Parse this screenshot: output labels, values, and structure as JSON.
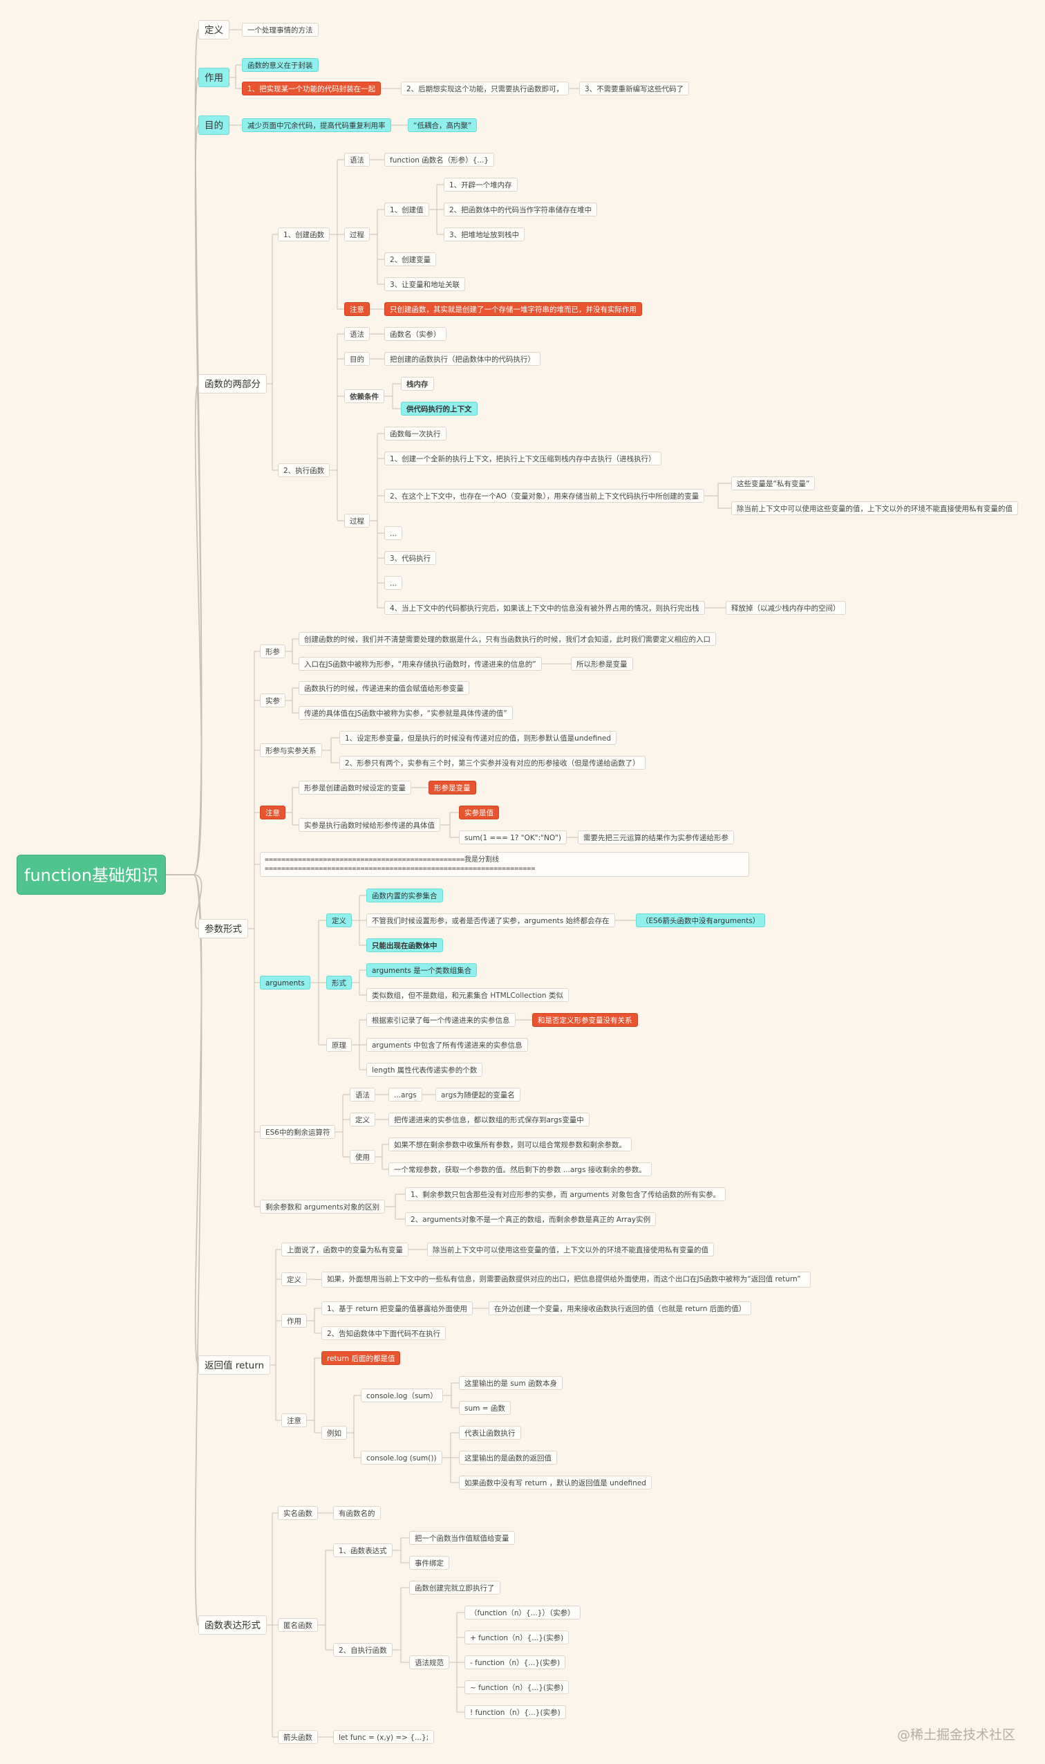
{
  "root": "function基础知识",
  "watermark": "@稀土掘金技术社区",
  "colors": {
    "background": "#fbf5ec",
    "root": "#4fc48f",
    "cyan": "#8ff0ee",
    "red": "#e7542f",
    "link": "#c8bfb3"
  },
  "nodes": [
    {
      "id": "def",
      "text": "定义"
    },
    {
      "id": "def_1",
      "text": "一个处理事情的方法"
    },
    {
      "id": "use",
      "text": "作用",
      "style": "cyan"
    },
    {
      "id": "use_1",
      "text": "函数的意义在于封装",
      "style": "cyan"
    },
    {
      "id": "use_2",
      "text": "1、把实现某一个功能的代码封装在一起",
      "style": "red"
    },
    {
      "id": "use_3",
      "text": "2、后期想实现这个功能，只需要执行函数即可，"
    },
    {
      "id": "use_4",
      "text": "3、不需要重新编写这些代码了"
    },
    {
      "id": "goal",
      "text": "目的",
      "style": "cyan"
    },
    {
      "id": "goal_1",
      "text": "减少页面中冗余代码，提高代码重复利用率",
      "style": "cyan"
    },
    {
      "id": "goal_2",
      "text": "“低耦合，高内聚”",
      "style": "cyan"
    },
    {
      "id": "two",
      "text": "函数的两部分"
    },
    {
      "id": "c1",
      "text": "1、创建函数"
    },
    {
      "id": "c1_syn",
      "text": "语法"
    },
    {
      "id": "c1_syn_v",
      "text": "function 函数名（形参）{...}"
    },
    {
      "id": "c1_proc",
      "text": "过程"
    },
    {
      "id": "c1_p1",
      "text": "1、创建值"
    },
    {
      "id": "c1_p1a",
      "text": "1、开辟一个堆内存"
    },
    {
      "id": "c1_p1b",
      "text": "2、把函数体中的代码当作字符串储存在堆中"
    },
    {
      "id": "c1_p1c",
      "text": "3、把堆地址放到栈中"
    },
    {
      "id": "c1_p2",
      "text": "2、创建变量"
    },
    {
      "id": "c1_p3",
      "text": "3、让变量和地址关联"
    },
    {
      "id": "c1_note",
      "text": "注意",
      "style": "red"
    },
    {
      "id": "c1_note_v",
      "text": "只创建函数，其实就是创建了一个存储一堆字符串的堆而已，并没有实际作用",
      "style": "red"
    },
    {
      "id": "c2",
      "text": "2、执行函数"
    },
    {
      "id": "c2_syn",
      "text": "语法"
    },
    {
      "id": "c2_syn_v",
      "text": "函数名（实参）"
    },
    {
      "id": "c2_goal",
      "text": "目的"
    },
    {
      "id": "c2_goal_v",
      "text": "把创建的函数执行（把函数体中的代码执行）"
    },
    {
      "id": "c2_dep",
      "text": "依赖条件",
      "style": "bold"
    },
    {
      "id": "c2_dep1",
      "text": "栈内存",
      "style": "bold"
    },
    {
      "id": "c2_dep2",
      "text": "供代码执行的上下文",
      "style": "cyan bold"
    },
    {
      "id": "c2_proc",
      "text": "过程"
    },
    {
      "id": "c2_p0",
      "text": "函数每一次执行"
    },
    {
      "id": "c2_p1",
      "text": "1、创建一个全新的执行上下文，把执行上下文压缩到栈内存中去执行（进栈执行）"
    },
    {
      "id": "c2_p2",
      "text": "2、在这个上下文中，也存在一个AO（变量对象），用来存储当前上下文代码执行中所创建的变量"
    },
    {
      "id": "c2_p2a",
      "text": "这些变量是“私有变量”"
    },
    {
      "id": "c2_p2b",
      "text": "除当前上下文中可以使用这些变量的值，上下文以外的环境不能直接使用私有变量的值"
    },
    {
      "id": "c2_dots1",
      "text": "..."
    },
    {
      "id": "c2_p3",
      "text": "3、代码执行"
    },
    {
      "id": "c2_dots2",
      "text": "..."
    },
    {
      "id": "c2_p4",
      "text": "4、当上下文中的代码都执行完后，如果该上下文中的信息没有被外界占用的情况，则执行完出栈"
    },
    {
      "id": "c2_p4a",
      "text": "释放掉（以减少栈内存中的空间）"
    },
    {
      "id": "param",
      "text": "参数形式"
    },
    {
      "id": "f",
      "text": "形参"
    },
    {
      "id": "f1",
      "text": "创建函数的时候，我们并不清楚需要处理的数据是什么，只有当函数执行的时候，我们才会知道，此时我们需要定义相应的入口"
    },
    {
      "id": "f2",
      "text": "入口在JS函数中被称为形参，“用来存储执行函数时，传递进来的信息的”"
    },
    {
      "id": "f2a",
      "text": "所以形参是变量"
    },
    {
      "id": "a",
      "text": "实参"
    },
    {
      "id": "a1",
      "text": "函数执行的时候，传递进来的值会赋值给形参变量"
    },
    {
      "id": "a2",
      "text": "传递的具体值在JS函数中被称为实参，“实参就是具体传递的值”"
    },
    {
      "id": "fa",
      "text": "形参与实参关系"
    },
    {
      "id": "fa1",
      "text": "1、设定形参变量，但是执行的时候没有传递对应的值，则形参默认值是undefined"
    },
    {
      "id": "fa2",
      "text": "2、形参只有两个，实参有三个时，第三个实参并没有对应的形参接收（但是传递给函数了）"
    },
    {
      "id": "pn",
      "text": "注意",
      "style": "red"
    },
    {
      "id": "pn1",
      "text": "形参是创建函数时候设定的变量"
    },
    {
      "id": "pn1a",
      "text": "形参是变量",
      "style": "red"
    },
    {
      "id": "pn2",
      "text": "实参是执行函数时候给形参传递的具体值"
    },
    {
      "id": "pn2a",
      "text": "实参是值",
      "style": "red"
    },
    {
      "id": "pn2b",
      "text": "sum(1 === 1? \"OK\":\"NO\")"
    },
    {
      "id": "pn2c",
      "text": "需要先把三元运算的结果作为实参传递给形参"
    },
    {
      "id": "sep",
      "text": "================================================我是分割线================================================================="
    },
    {
      "id": "args",
      "text": "arguments",
      "style": "cyan"
    },
    {
      "id": "ad",
      "text": "定义",
      "style": "cyan"
    },
    {
      "id": "ad1",
      "text": "函数内置的实参集合",
      "style": "cyan"
    },
    {
      "id": "ad2",
      "text": "不管我们时候设置形参，或者是否传递了实参，arguments 始终都会存在"
    },
    {
      "id": "ad2a",
      "text": "（ES6箭头函数中没有arguments）",
      "style": "cyan"
    },
    {
      "id": "ad3",
      "text": "只能出现在函数体中",
      "style": "cyan bold"
    },
    {
      "id": "ak",
      "text": "形式",
      "style": "cyan"
    },
    {
      "id": "ak1",
      "text": "arguments 是一个类数组集合",
      "style": "cyan"
    },
    {
      "id": "ak2",
      "text": "类似数组，但不是数组，和元素集合 HTMLCollection 类似"
    },
    {
      "id": "ap",
      "text": "原理"
    },
    {
      "id": "ap1",
      "text": "根据索引记录了每一个传递进来的实参信息"
    },
    {
      "id": "ap1a",
      "text": "和是否定义形参变量没有关系",
      "style": "red"
    },
    {
      "id": "ap2",
      "text": "arguments 中包含了所有传递进来的实参信息"
    },
    {
      "id": "ap3",
      "text": "length 属性代表传递实参的个数"
    },
    {
      "id": "rest",
      "text": "ES6中的剩余运算符"
    },
    {
      "id": "rs",
      "text": "语法"
    },
    {
      "id": "rs1",
      "text": "...args"
    },
    {
      "id": "rs2",
      "text": "args为随便起的变量名"
    },
    {
      "id": "rd",
      "text": "定义"
    },
    {
      "id": "rd1",
      "text": "把传递进来的实参信息，都以数组的形式保存到args变量中"
    },
    {
      "id": "ru",
      "text": "使用"
    },
    {
      "id": "ru1",
      "text": "如果不想在剩余参数中收集所有参数，则可以组合常规参数和剩余参数。"
    },
    {
      "id": "ru2",
      "text": "一个常规参数，获取一个参数的值。然后剩下的参数 ...args 接收剩余的参数。"
    },
    {
      "id": "diff",
      "text": "剩余参数和 arguments对象的区别"
    },
    {
      "id": "diff1",
      "text": "1、剩余参数只包含那些没有对应形参的实参，而 arguments 对象包含了传给函数的所有实参。"
    },
    {
      "id": "diff2",
      "text": "2、arguments对象不是一个真正的数组，而剩余参数是真正的 Array实例"
    },
    {
      "id": "ret",
      "text": "返回值 return"
    },
    {
      "id": "r0",
      "text": "上面说了，函数中的变量为私有变量"
    },
    {
      "id": "r0a",
      "text": "除当前上下文中可以使用这些变量的值，上下文以外的环境不能直接使用私有变量的值"
    },
    {
      "id": "rdef",
      "text": "定义"
    },
    {
      "id": "rdef1",
      "text": "如果，外面想用当前上下文中的一些私有信息，则需要函数提供对应的出口，把信息提供给外面使用，而这个出口在JS函数中被称为“返回值 return”"
    },
    {
      "id": "ruse",
      "text": "作用"
    },
    {
      "id": "ruse1",
      "text": "1、基于 return 把变量的值暴露给外面使用"
    },
    {
      "id": "ruse1a",
      "text": "在外边创建一个变量，用来接收函数执行返回的值（也就是 return 后面的值）"
    },
    {
      "id": "ruse2",
      "text": "2、告知函数体中下面代码不在执行"
    },
    {
      "id": "rn",
      "text": "注意"
    },
    {
      "id": "rn1",
      "text": "return 后面的都是值",
      "style": "red"
    },
    {
      "id": "rex",
      "text": "例如"
    },
    {
      "id": "rex1",
      "text": "console.log（sum）"
    },
    {
      "id": "rex1a",
      "text": "这里输出的是 sum 函数本身"
    },
    {
      "id": "rex1b",
      "text": "sum = 函数"
    },
    {
      "id": "rex2",
      "text": "console.log (sum())"
    },
    {
      "id": "rex2a",
      "text": "代表让函数执行"
    },
    {
      "id": "rex2b",
      "text": "这里输出的是函数的返回值"
    },
    {
      "id": "rex2c",
      "text": "如果函数中没有写 return ，默认的返回值是 undefined"
    },
    {
      "id": "expr",
      "text": "函数表达形式"
    },
    {
      "id": "e1",
      "text": "实名函数"
    },
    {
      "id": "e1a",
      "text": "有函数名的"
    },
    {
      "id": "e2",
      "text": "匿名函数"
    },
    {
      "id": "e2a",
      "text": "1、函数表达式"
    },
    {
      "id": "e2a1",
      "text": "把一个函数当作值赋值给变量"
    },
    {
      "id": "e2a2",
      "text": "事件绑定"
    },
    {
      "id": "e2b",
      "text": "2、自执行函数"
    },
    {
      "id": "e2b1",
      "text": "函数创建完就立即执行了"
    },
    {
      "id": "e2b2",
      "text": "语法规范"
    },
    {
      "id": "e2b2a",
      "text": "（function（n）{...}）（实参）"
    },
    {
      "id": "e2b2b",
      "text": "+ function（n）{...}(实参)"
    },
    {
      "id": "e2b2c",
      "text": "- function（n）{...}(实参)"
    },
    {
      "id": "e2b2d",
      "text": "~ function（n）{...}(实参)"
    },
    {
      "id": "e2b2e",
      "text": "! function（n）{...}(实参)"
    },
    {
      "id": "e3",
      "text": "箭头函数"
    },
    {
      "id": "e3a",
      "text": "let func = (x,y) => {...};"
    }
  ]
}
